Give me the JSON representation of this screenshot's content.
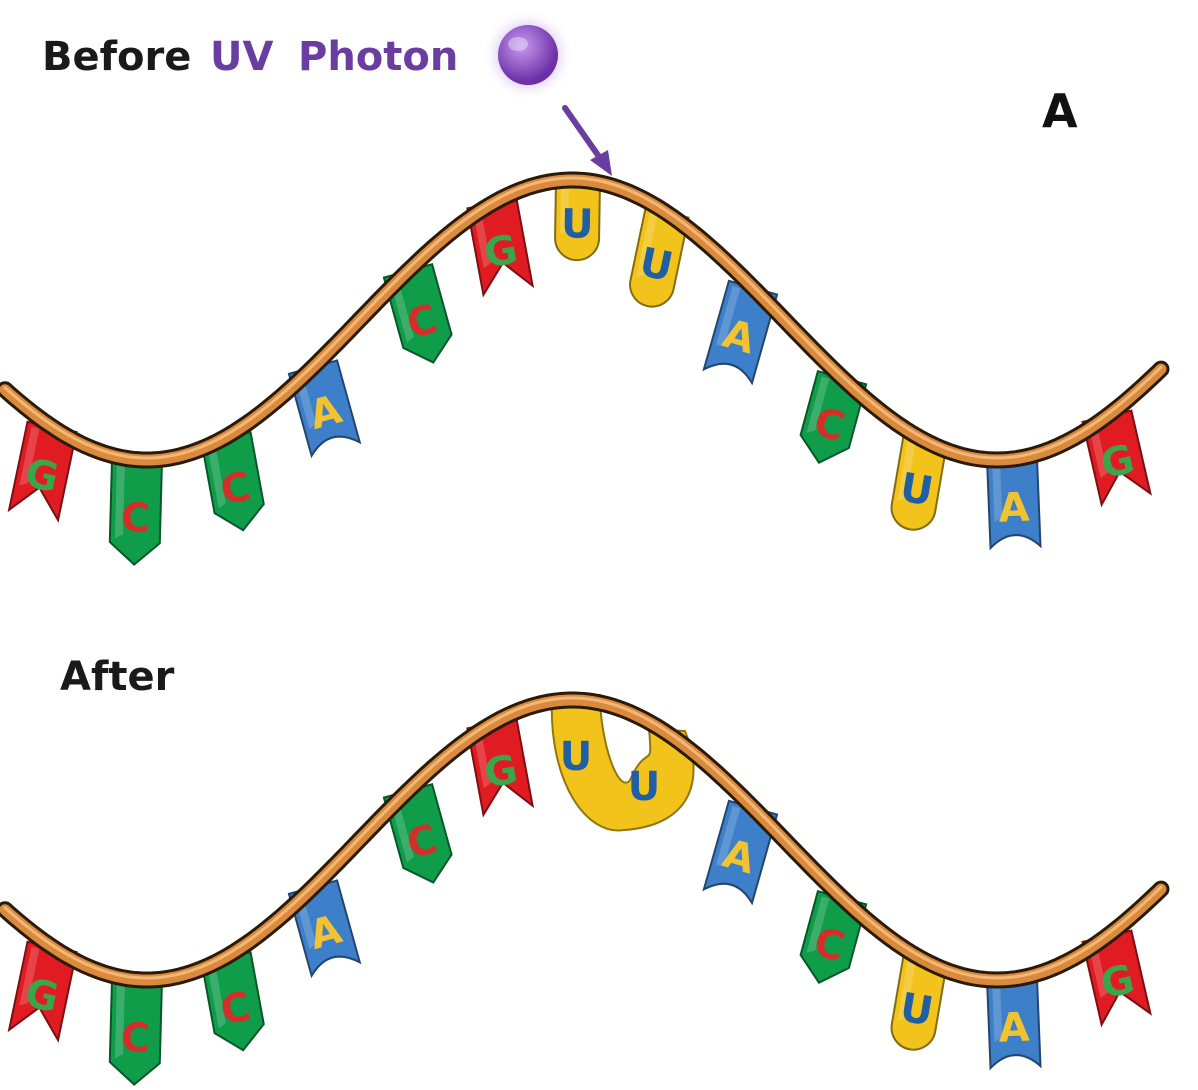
{
  "labels": {
    "before": "Before",
    "uv": "UV",
    "photon": "Photon",
    "panel": "A",
    "after": "After"
  },
  "colors": {
    "label_dark": "#1a1a1a",
    "label_purple": "#6a3ea1",
    "photon": "#8f52c8",
    "backbone": "#d98a3a",
    "outline": "#2a1a0a",
    "G": "#e11b22",
    "C": "#0f9d4a",
    "A": "#3d7fc8",
    "U": "#f2c31b",
    "letter_on_G": "#3aa54b",
    "letter_on_C": "#d42e2a",
    "letter_on_A": "#f1c232",
    "letter_on_U": "#1f5fa6"
  },
  "strands": [
    {
      "name": "before",
      "bases": [
        "G",
        "C",
        "C",
        "A",
        "C",
        "G",
        "U",
        "U",
        "A",
        "C",
        "U",
        "A",
        "G"
      ],
      "dimer": false
    },
    {
      "name": "after",
      "bases": [
        "G",
        "C",
        "C",
        "A",
        "C",
        "G",
        "U",
        "U",
        "A",
        "C",
        "U",
        "A",
        "G"
      ],
      "dimer": true
    }
  ]
}
